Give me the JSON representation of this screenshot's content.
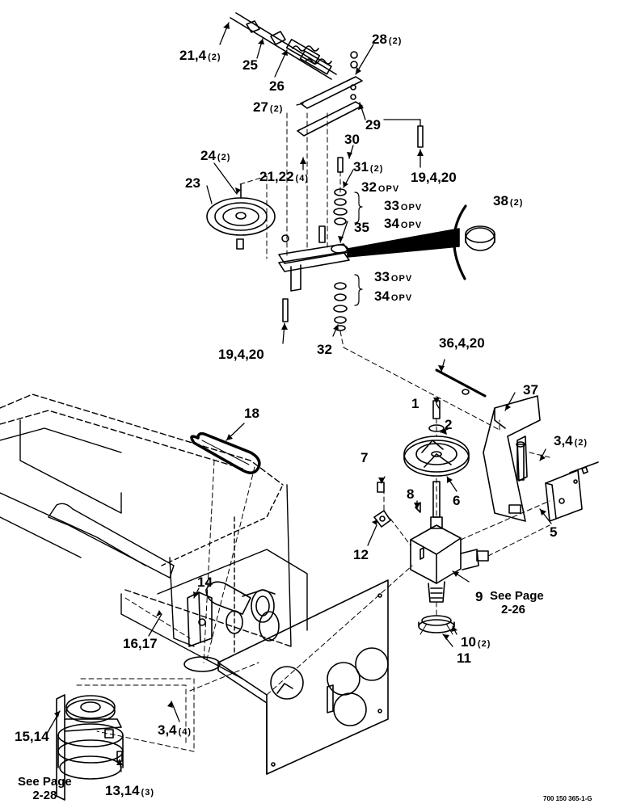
{
  "callouts": [
    {
      "id": "c21_4",
      "label": "21,4",
      "qty": "(2)"
    },
    {
      "id": "c25",
      "label": "25",
      "qty": ""
    },
    {
      "id": "c26",
      "label": "26",
      "qty": ""
    },
    {
      "id": "c28",
      "label": "28",
      "qty": "(2)"
    },
    {
      "id": "c27",
      "label": "27",
      "qty": "(2)"
    },
    {
      "id": "c29",
      "label": "29",
      "qty": ""
    },
    {
      "id": "c30",
      "label": "30",
      "qty": ""
    },
    {
      "id": "c19a",
      "label": "19,4,20",
      "qty": ""
    },
    {
      "id": "c24",
      "label": "24",
      "qty": "(2)"
    },
    {
      "id": "c23",
      "label": "23",
      "qty": ""
    },
    {
      "id": "c21_22",
      "label": "21,22",
      "qty": "(4)"
    },
    {
      "id": "c31",
      "label": "31",
      "qty": "(2)"
    },
    {
      "id": "c32a",
      "label": "32",
      "qty": "OPV"
    },
    {
      "id": "c33a",
      "label": "33",
      "qty": "OPV"
    },
    {
      "id": "c34a",
      "label": "34",
      "qty": "OPV"
    },
    {
      "id": "c38",
      "label": "38",
      "qty": "(2)"
    },
    {
      "id": "c35",
      "label": "35",
      "qty": ""
    },
    {
      "id": "c33b",
      "label": "33",
      "qty": "OPV"
    },
    {
      "id": "c34b",
      "label": "34",
      "qty": "OPV"
    },
    {
      "id": "c19b",
      "label": "19,4,20",
      "qty": ""
    },
    {
      "id": "c32b",
      "label": "32",
      "qty": ""
    },
    {
      "id": "c36",
      "label": "36,4,20",
      "qty": ""
    },
    {
      "id": "c18",
      "label": "18",
      "qty": ""
    },
    {
      "id": "c37",
      "label": "37",
      "qty": ""
    },
    {
      "id": "c1",
      "label": "1",
      "qty": ""
    },
    {
      "id": "c2",
      "label": "2",
      "qty": ""
    },
    {
      "id": "c3_4a",
      "label": "3,4",
      "qty": "(2)"
    },
    {
      "id": "c7",
      "label": "7",
      "qty": ""
    },
    {
      "id": "c8",
      "label": "8",
      "qty": ""
    },
    {
      "id": "c6",
      "label": "6",
      "qty": ""
    },
    {
      "id": "c5",
      "label": "5",
      "qty": ""
    },
    {
      "id": "c12",
      "label": "12",
      "qty": ""
    },
    {
      "id": "c14",
      "label": "14",
      "qty": ""
    },
    {
      "id": "c9",
      "label": "9",
      "qty": ""
    },
    {
      "id": "c16_17",
      "label": "16,17",
      "qty": ""
    },
    {
      "id": "c10",
      "label": "10",
      "qty": "(2)"
    },
    {
      "id": "c11",
      "label": "11",
      "qty": ""
    },
    {
      "id": "c15_14",
      "label": "15,14",
      "qty": ""
    },
    {
      "id": "c3_4b",
      "label": "3,4",
      "qty": "(4)"
    },
    {
      "id": "c13_14",
      "label": "13,14",
      "qty": "(3)"
    }
  ],
  "notes": {
    "see_page_9": {
      "line1": "See Page",
      "line2": "2-26"
    },
    "see_page_bottom": {
      "line1": "See Page",
      "line2": "2-28"
    }
  },
  "drawing_code": "700 150 365-1-G"
}
